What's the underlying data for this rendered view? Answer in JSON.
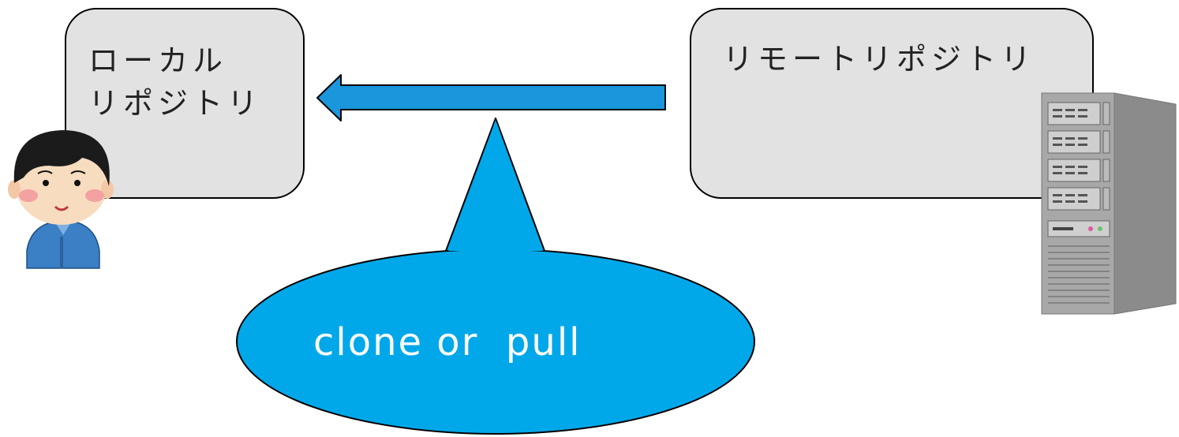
{
  "local_repository": {
    "label": "ローカル\nリポジトリ"
  },
  "remote_repository": {
    "label": "リモートリポジトリ"
  },
  "callout": {
    "text": "clone or  pull"
  },
  "colors": {
    "box_fill": "#e2e2e2",
    "arrow_fill": "#1a96dc",
    "callout_fill": "#00a8ea",
    "callout_text": "#ffffff"
  },
  "icons": {
    "user": "person-icon",
    "server": "server-tower-icon"
  }
}
